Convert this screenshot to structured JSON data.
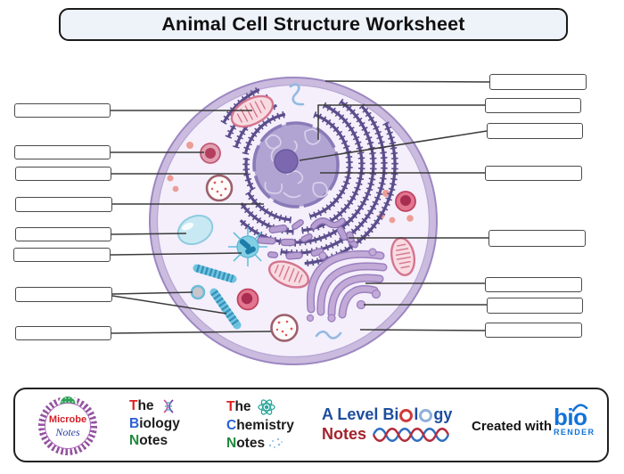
{
  "title": "Animal Cell Structure Worksheet",
  "worksheet": {
    "left_box_values": [
      "",
      "",
      "",
      "",
      "",
      "",
      "",
      ""
    ],
    "right_box_values": [
      "",
      "",
      "",
      "",
      "",
      "",
      "",
      ""
    ]
  },
  "diagram_icons": [
    "cell-membrane",
    "nucleus",
    "nucleolus",
    "chromatin",
    "rough-endoplasmic-reticulum",
    "smooth-endoplasmic-reticulum",
    "golgi-apparatus",
    "mitochondrion",
    "lysosome",
    "peroxisome",
    "vacuole",
    "centrosome",
    "endosome",
    "cytoskeleton-filaments",
    "ribosomes"
  ],
  "footer": {
    "microbe_logo": {
      "line1": "Microbe",
      "line2": "Notes"
    },
    "biology_notes": {
      "t": "T",
      "he": "he",
      "b": "B",
      "iology": "iology",
      "n": "N",
      "otes": "otes"
    },
    "chemistry_notes": {
      "t": "T",
      "he": "he",
      "c": "C",
      "hemistry": "hemistry",
      "n": "N",
      "otes": "otes"
    },
    "a_level": {
      "part1": "A Level Bi",
      "part2": "l",
      "part3": "gy",
      "line2": "Notes"
    },
    "created_with": "Created with",
    "biorender": {
      "bio": "bio",
      "render": "RENDER"
    }
  },
  "colors": {
    "title_bg": "#eef2f9",
    "box_border": "#4a4a4a",
    "membrane": "#cbbcdf",
    "cytoplasm": "#f4effb",
    "nucleus": "#b1a4d3",
    "nucleolus": "#7b68ae",
    "endoplasmic_reticulum": "#5a4d8c",
    "golgi": "#c3abd8",
    "mitochondrion_outline": "#d4758f",
    "lysosome_core": "#b23f5f",
    "letter_red": "#e02020",
    "letter_blue": "#2b5fd9",
    "letter_green": "#1f8a3c",
    "alevel_blue": "#1d4e9e",
    "alevel_red": "#a3232b",
    "biorender_blue": "#1273d8"
  }
}
